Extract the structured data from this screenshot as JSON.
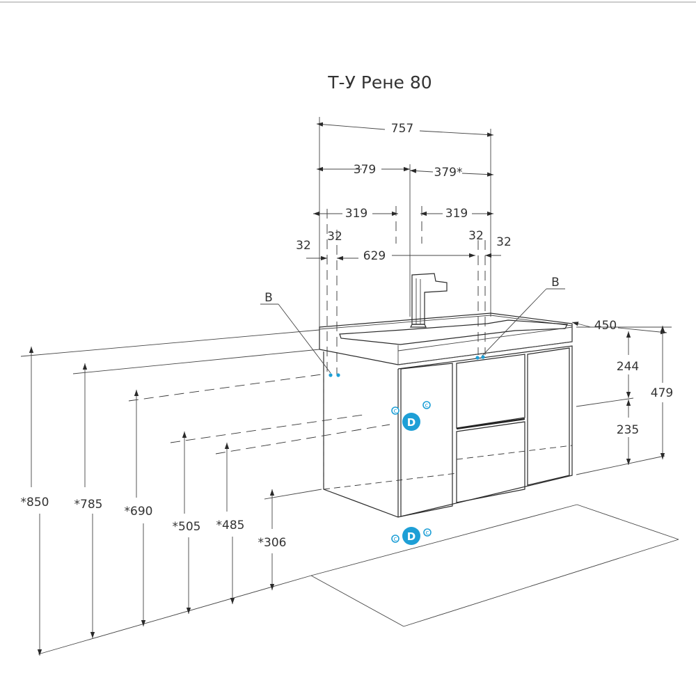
{
  "title": "Т-У Рене 80",
  "labels": {
    "d757": "757",
    "d379a": "379",
    "d379b": "379*",
    "d319a": "319",
    "d319b": "319",
    "d32a": "32",
    "d32b": "32",
    "d32c": "32",
    "d32d": "32",
    "d629": "629",
    "d450": "450",
    "d244": "244",
    "d235": "235",
    "d479": "479",
    "h850": "*850",
    "h785": "*785",
    "h690": "*690",
    "h505": "*505",
    "h485": "*485",
    "h306": "*306",
    "markB1": "B",
    "markB2": "B",
    "markD1": "D",
    "markD2": "D",
    "markC1": "c",
    "markC2": "c",
    "markC3": "c",
    "markC4": "c"
  },
  "colors": {
    "line": "#2a2a2a",
    "accent": "#1e9fd6",
    "background": "#ffffff"
  }
}
